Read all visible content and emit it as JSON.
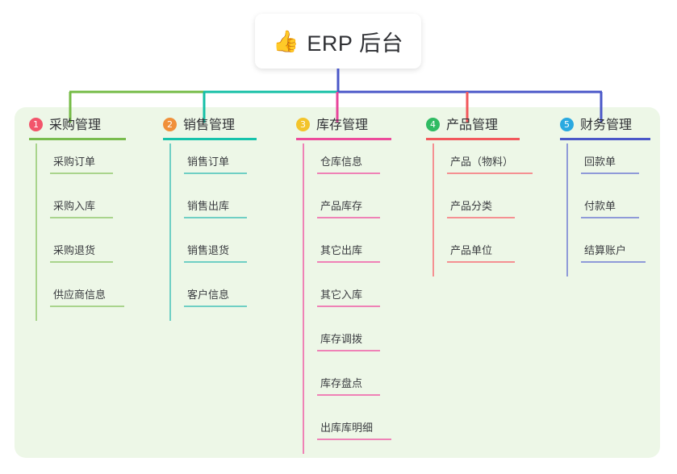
{
  "root": {
    "icon": "thumbs-up-emoji",
    "icon_glyph": "👍",
    "title": "ERP 后台"
  },
  "colors": {
    "panel_bg": "#edf7e7",
    "page_bg": "#ffffff",
    "text": "#2f3034",
    "bus_green": "#74bb45",
    "bus_teal": "#14bfa6",
    "bus_blue": "#4a57c8",
    "drop_green": "#74bb45",
    "drop_teal": "#14bfa6",
    "drop_pink": "#e8459b",
    "drop_red": "#f2565a",
    "drop_blue": "#4a57c8"
  },
  "columns": [
    {
      "number": "1",
      "title": "采购管理",
      "badge_color": "#f2556b",
      "rule_color": "#79bc4e",
      "line_color": "#a9d48c",
      "rule_width": 120,
      "items": [
        {
          "label": "采购订单",
          "rule_width": 78
        },
        {
          "label": "采购入库",
          "rule_width": 78
        },
        {
          "label": "采购退货",
          "rule_width": 78
        },
        {
          "label": "供应商信息",
          "rule_width": 92
        }
      ]
    },
    {
      "number": "2",
      "title": "销售管理",
      "badge_color": "#f0903a",
      "rule_color": "#16c3ab",
      "line_color": "#6fcfc4",
      "rule_width": 116,
      "items": [
        {
          "label": "销售订单",
          "rule_width": 78
        },
        {
          "label": "销售出库",
          "rule_width": 78
        },
        {
          "label": "销售退货",
          "rule_width": 78
        },
        {
          "label": "客户信息",
          "rule_width": 78
        }
      ]
    },
    {
      "number": "3",
      "title": "库存管理",
      "badge_color": "#f3c42b",
      "rule_color": "#ec4b9b",
      "line_color": "#ef82b6",
      "rule_width": 118,
      "items": [
        {
          "label": "仓库信息",
          "rule_width": 78
        },
        {
          "label": "产品库存",
          "rule_width": 78
        },
        {
          "label": "其它出库",
          "rule_width": 78
        },
        {
          "label": "其它入库",
          "rule_width": 78
        },
        {
          "label": "库存调拨",
          "rule_width": 78
        },
        {
          "label": "库存盘点",
          "rule_width": 78
        },
        {
          "label": "出库库明细",
          "rule_width": 92
        }
      ]
    },
    {
      "number": "4",
      "title": "产品管理",
      "badge_color": "#2fbb63",
      "rule_color": "#f2585c",
      "line_color": "#f59092",
      "rule_width": 116,
      "items": [
        {
          "label": "产品（物料）",
          "rule_width": 106
        },
        {
          "label": "产品分类",
          "rule_width": 84
        },
        {
          "label": "产品单位",
          "rule_width": 84
        }
      ]
    },
    {
      "number": "5",
      "title": "财务管理",
      "badge_color": "#2aa9e0",
      "rule_color": "#4a57c8",
      "line_color": "#8f9ad8",
      "rule_width": 112,
      "items": [
        {
          "label": "回款单",
          "rule_width": 72
        },
        {
          "label": "付款单",
          "rule_width": 72
        },
        {
          "label": "结算账户",
          "rule_width": 80
        }
      ]
    }
  ]
}
